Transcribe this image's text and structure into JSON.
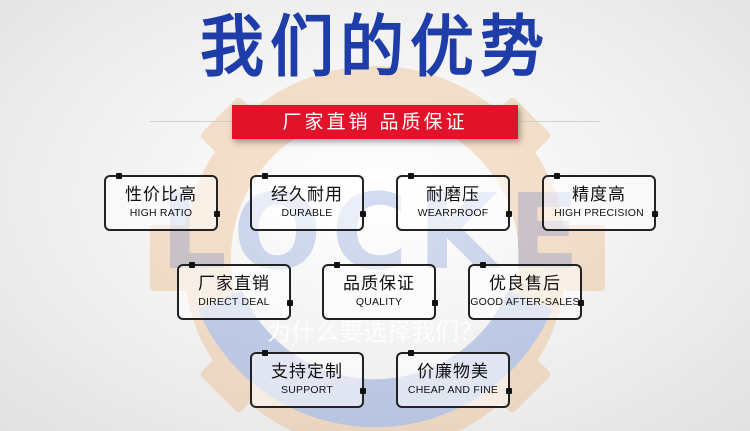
{
  "title": "我们的优势",
  "banner": "厂家直销  品质保证",
  "watermark": {
    "logo_text": "LOCKE",
    "caption": "为什么要选择我们？",
    "color": "#1f3da8"
  },
  "features": [
    {
      "cn": "性价比高",
      "en": "HIGH RATIO"
    },
    {
      "cn": "经久耐用",
      "en": "DURABLE"
    },
    {
      "cn": "耐磨压",
      "en": "WEARPROOF"
    },
    {
      "cn": "精度高",
      "en": "HIGH PRECISION"
    },
    {
      "cn": "厂家直销",
      "en": "DIRECT DEAL"
    },
    {
      "cn": "品质保证",
      "en": "QUALITY"
    },
    {
      "cn": "优良售后",
      "en": "GOOD AFTER-SALES"
    },
    {
      "cn": "支持定制",
      "en": "SUPPORT"
    },
    {
      "cn": "价廉物美",
      "en": "CHEAP AND FINE"
    }
  ],
  "colors": {
    "title": "#1f3da8",
    "banner_bg": "#e1132a",
    "banner_text": "#ffffff",
    "border": "#222222"
  }
}
